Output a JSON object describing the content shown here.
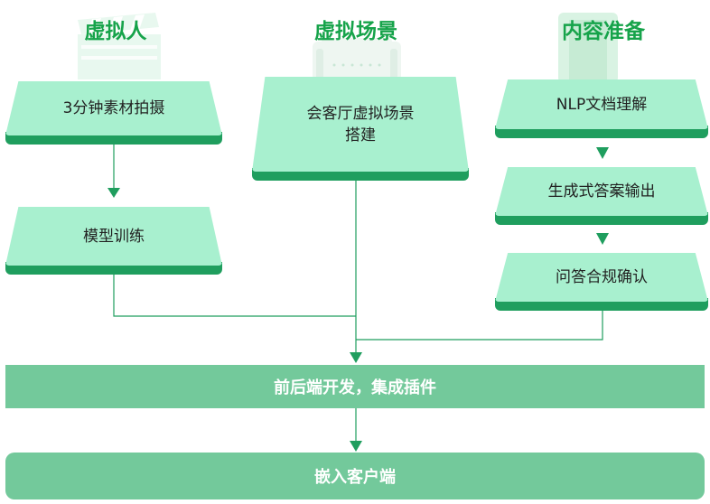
{
  "titles": {
    "virtual_human": "虚拟人",
    "virtual_scene": "虚拟场景",
    "content_prep": "内容准备"
  },
  "nodes": {
    "shoot": "3分钟素材拍摄",
    "train": "模型训练",
    "scene_build": "会客厅虚拟场景搭建",
    "nlp": "NLP文档理解",
    "gen_answer": "生成式答案输出",
    "compliance": "问答合规确认"
  },
  "bands": {
    "dev": "前后端开发，集成插件",
    "embed": "嵌入客户端"
  },
  "colors": {
    "title": "#16a34a",
    "node_face": "#a8f0cf",
    "node_base": "#1f9e5e",
    "band": "#73c99b",
    "line": "#1f9e5e"
  }
}
